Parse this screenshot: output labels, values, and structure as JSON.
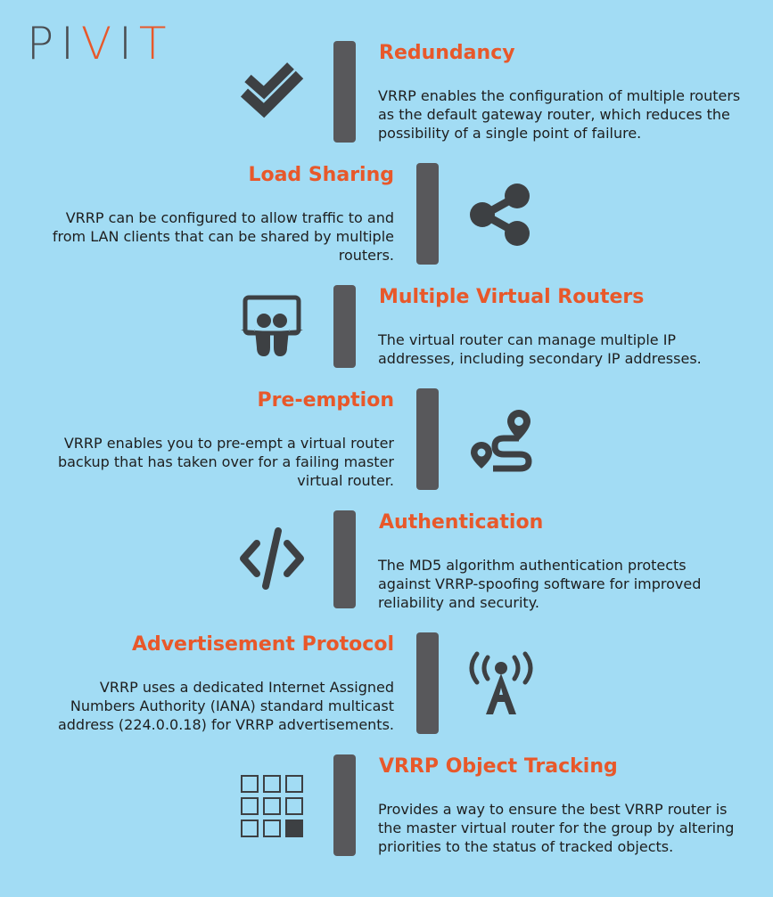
{
  "logo": {
    "p": "P",
    "i": "I",
    "v": "V",
    "i2": "I",
    "t": "T"
  },
  "colors": {
    "background": "#a2dcf4",
    "accent": "#e8582a",
    "bar": "#58585b",
    "icon": "#3d4043"
  },
  "items": [
    {
      "title": "Redundancy",
      "desc": "VRRP enables the configuration of multiple routers as the default gateway router, which reduces the possibility of a single point of failure.",
      "icon": "double-check-icon"
    },
    {
      "title": "Load Sharing",
      "desc": "VRRP can be configured to allow traffic to and from LAN clients that can be shared by multiple routers.",
      "icon": "share-icon"
    },
    {
      "title": "Multiple Virtual Routers",
      "desc": "The virtual router can manage multiple IP addresses, including secondary IP addresses.",
      "icon": "slideshare-icon"
    },
    {
      "title": "Pre-emption",
      "desc": "VRRP enables you to pre-empt a virtual router backup that has taken over for a failing master virtual router.",
      "icon": "route-icon"
    },
    {
      "title": "Authentication",
      "desc": "The MD5 algorithm authentication protects against VRRP-spoofing software for improved reliability and security.",
      "icon": "code-icon"
    },
    {
      "title": "Advertisement Protocol",
      "desc": "VRRP uses a dedicated Internet Assigned Numbers Authority (IANA) standard multicast address (224.0.0.18) for VRRP advertisements.",
      "icon": "broadcast-tower-icon"
    },
    {
      "title": "VRRP Object Tracking",
      "desc": "Provides a way to ensure the best VRRP router is the master virtual router for the group by altering priorities to the status of tracked objects.",
      "icon": "grid-icon"
    }
  ]
}
